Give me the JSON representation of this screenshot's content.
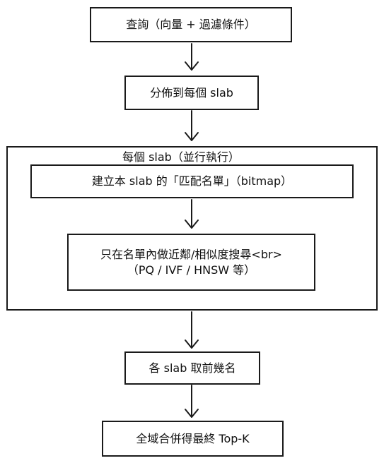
{
  "nodes": {
    "query": "查詢（向量 + 過濾條件）",
    "distribute": "分佈到每個 slab",
    "per_slab_group": "每個 slab（並行執行）",
    "build_bitmap": "建立本 slab 的「匹配名單」（bitmap）",
    "search_line1": "只在名單內做近鄰/相似度搜尋<br>",
    "search_line2": "（PQ / IVF / HNSW 等）",
    "topk_each": "各 slab 取前幾名",
    "merge": "全域合併得最終 Top-K"
  },
  "colors": {
    "stroke": "#1a1a1a",
    "background": "#ffffff"
  }
}
